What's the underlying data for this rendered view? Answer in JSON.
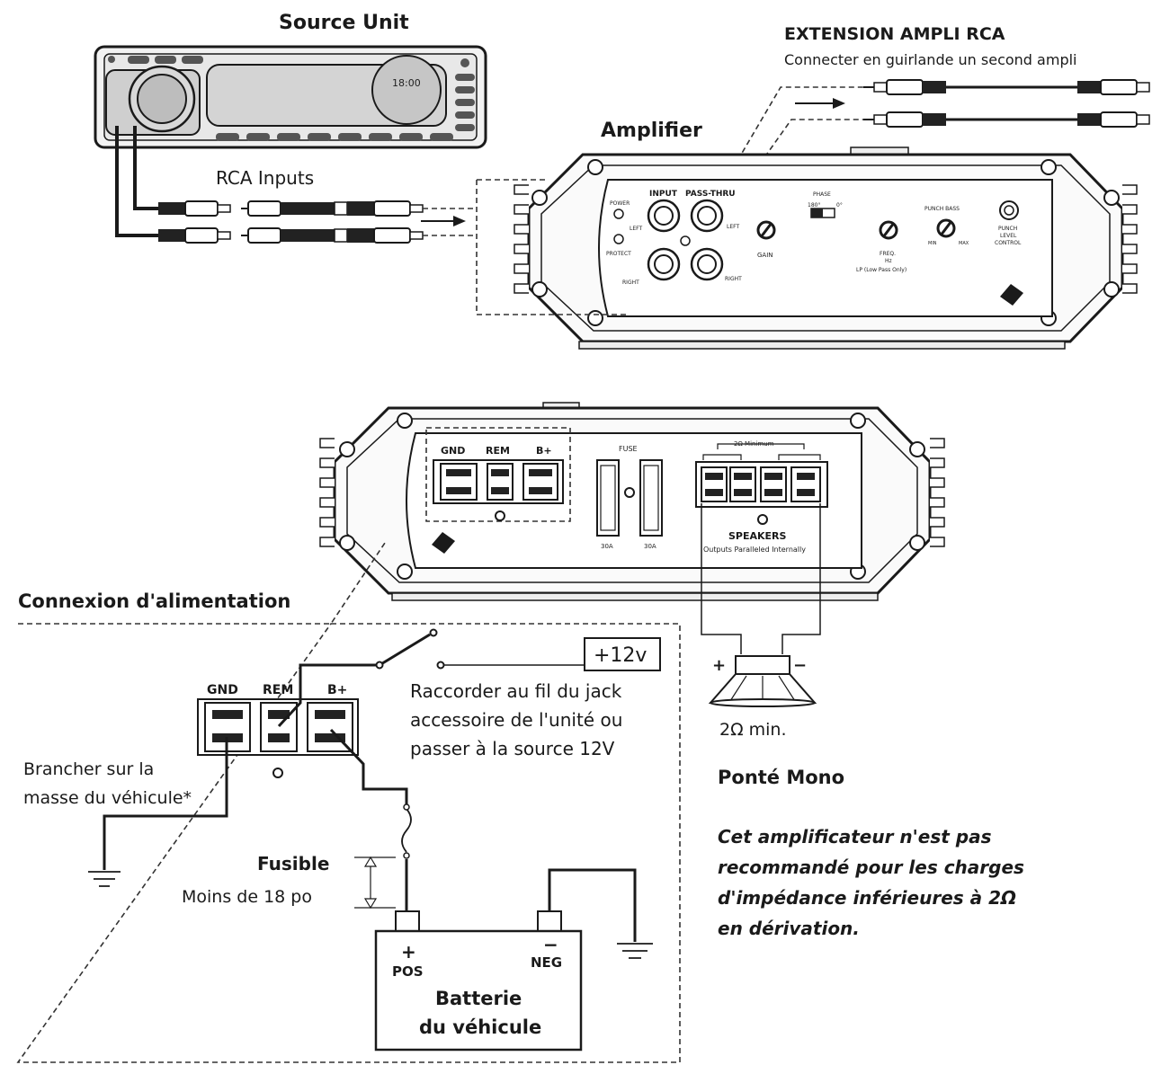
{
  "source_unit": {
    "title": "Source Unit",
    "rca_label": "RCA Inputs",
    "display_text": "18:00"
  },
  "extension": {
    "title": "EXTENSION AMPLI RCA",
    "subtitle": "Connecter en guirlande un second ampli"
  },
  "amplifier": {
    "title": "Amplifier",
    "input_label": "INPUT",
    "passthru_label": "PASS-THRU",
    "power_label": "POWER",
    "protect_label": "PROTECT",
    "left_label": "LEFT",
    "right_label": "RIGHT",
    "gain_label": "GAIN",
    "phase_label": "PHASE",
    "phase_180": "180°",
    "phase_0": "0°",
    "freq_label": "FREQ.",
    "hz_label": "Hz",
    "lp_label": "LP (Low Pass Only)",
    "punch_bass_label": "PUNCH BASS",
    "min_label": "MIN",
    "max_label": "MAX",
    "punch_level_1": "PUNCH",
    "punch_level_2": "LEVEL",
    "punch_level_3": "CONTROL"
  },
  "rear_panel": {
    "gnd": "GND",
    "rem": "REM",
    "bplus": "B+",
    "fuse": "FUSE",
    "fuse_a": "30A",
    "fuse_b": "30A",
    "minimum": "2Ω Minimum",
    "speakers": "SPEAKERS",
    "speakers_sub": "Outputs Paralleled Internally"
  },
  "power_section": {
    "title": "Connexion d'alimentation",
    "gnd": "GND",
    "rem": "REM",
    "bplus": "B+",
    "v12": "+12v",
    "rem_note_1": "Raccorder au fil du jack",
    "rem_note_2": "accessoire de l'unité ou",
    "rem_note_3": "passer à la source 12V",
    "ground_note_1": "Brancher sur la",
    "ground_note_2": "masse du véhicule*",
    "fuse_label": "Fusible",
    "fuse_dist": "Moins de 18 po",
    "pos_sign": "+",
    "pos": "POS",
    "neg_sign": "−",
    "neg": "NEG",
    "battery_1": "Batterie",
    "battery_2": "du véhicule"
  },
  "speaker": {
    "plus": "+",
    "minus": "−",
    "min_label": "2Ω min."
  },
  "mono": {
    "title": "Ponté Mono",
    "warn_1": "Cet amplificateur n'est pas",
    "warn_2": "recommandé pour les charges",
    "warn_3": "d'impédance inférieures à 2Ω",
    "warn_4": "en dérivation."
  }
}
